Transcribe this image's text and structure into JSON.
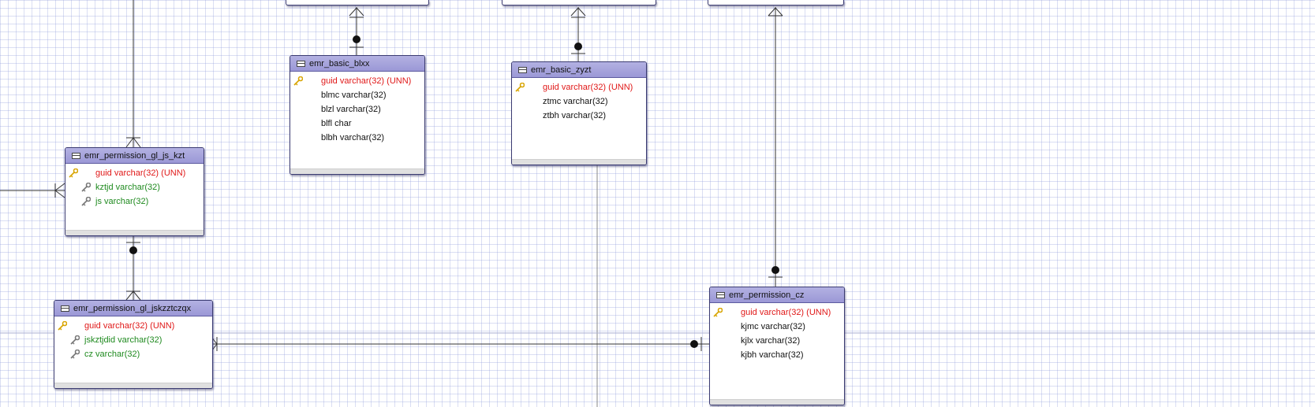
{
  "entities": [
    {
      "id": "emr_basic_blxx",
      "name": "emr_basic_blxx",
      "rows": [
        {
          "text": "guid varchar(32) (UNN)",
          "kind": "pk",
          "icon": "primary-key-icon"
        },
        {
          "text": "blmc varchar(32)",
          "kind": "normal"
        },
        {
          "text": "blzl varchar(32)",
          "kind": "normal"
        },
        {
          "text": "blfl char",
          "kind": "normal"
        },
        {
          "text": "blbh varchar(32)",
          "kind": "normal"
        }
      ]
    },
    {
      "id": "emr_basic_zyzt",
      "name": "emr_basic_zyzt",
      "rows": [
        {
          "text": "guid varchar(32) (UNN)",
          "kind": "pk",
          "icon": "primary-key-icon"
        },
        {
          "text": "ztmc varchar(32)",
          "kind": "normal"
        },
        {
          "text": "ztbh varchar(32)",
          "kind": "normal"
        }
      ]
    },
    {
      "id": "emr_permission_gl_js_kzt",
      "name": "emr_permission_gl_js_kzt",
      "rows": [
        {
          "text": "guid varchar(32) (UNN)",
          "kind": "pk",
          "icon": "primary-key-icon"
        },
        {
          "text": "kztjd varchar(32)",
          "kind": "fk",
          "icon": "foreign-key-icon"
        },
        {
          "text": "js varchar(32)",
          "kind": "fk",
          "icon": "foreign-key-icon"
        }
      ]
    },
    {
      "id": "emr_permission_gl_jskzztczqx",
      "name": "emr_permission_gl_jskzztczqx",
      "rows": [
        {
          "text": "guid varchar(32) (UNN)",
          "kind": "pk",
          "icon": "primary-key-icon"
        },
        {
          "text": "jskztjdid varchar(32)",
          "kind": "fk",
          "icon": "foreign-key-icon"
        },
        {
          "text": "cz varchar(32)",
          "kind": "fk",
          "icon": "foreign-key-icon"
        }
      ]
    },
    {
      "id": "emr_permission_cz",
      "name": "emr_permission_cz",
      "rows": [
        {
          "text": "guid varchar(32) (UNN)",
          "kind": "pk",
          "icon": "primary-key-icon"
        },
        {
          "text": "kjmc varchar(32)",
          "kind": "normal"
        },
        {
          "text": "kjlx varchar(32)",
          "kind": "normal"
        },
        {
          "text": "kjbh varchar(32)",
          "kind": "normal"
        }
      ]
    }
  ],
  "colors": {
    "header": "#9b98d6",
    "primary_key_text": "#e01818",
    "foreign_key_text": "#1f8a1f",
    "normal_text": "#111111",
    "line": "#333333",
    "grid": "#c8cdee"
  }
}
